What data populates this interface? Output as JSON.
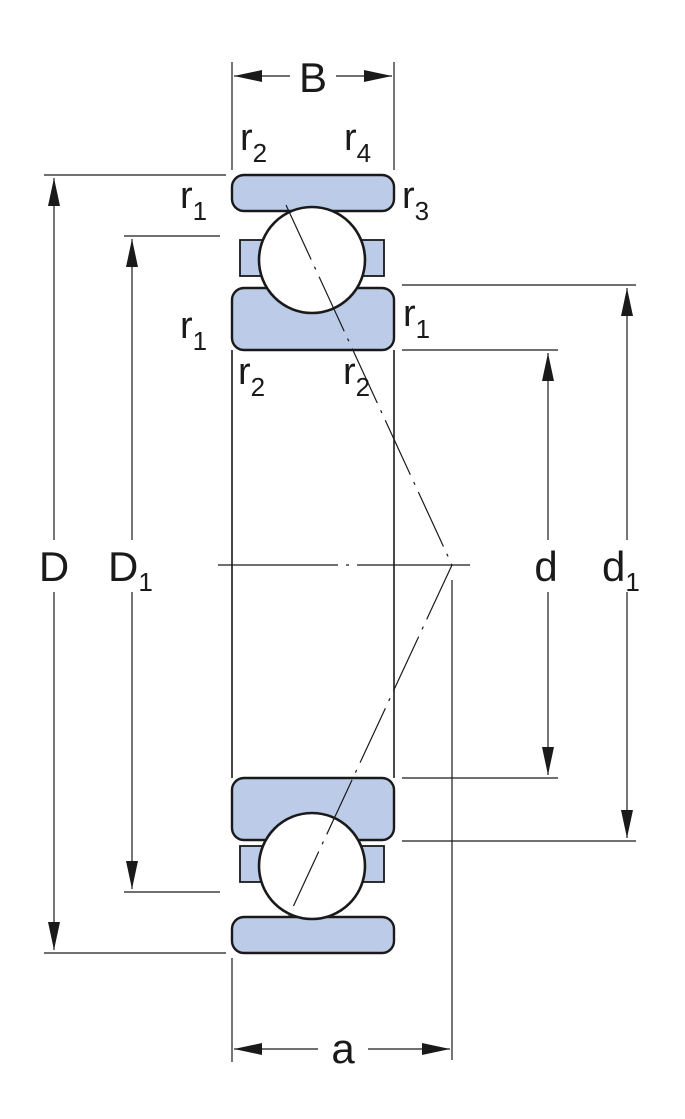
{
  "diagram": {
    "colors": {
      "ring_fill": "#bccbe8",
      "line": "#1a1a1a",
      "background": "#ffffff"
    },
    "labels": {
      "B": "B",
      "a": "a",
      "D": "D",
      "D1_main": "D",
      "D1_sub": "1",
      "d": "d",
      "d1_main": "d",
      "d1_sub": "1",
      "r_top_left_main": "r",
      "r_top_left_sub": "2",
      "r_top_right_main": "r",
      "r_top_right_sub": "4",
      "r_outer_left_main": "r",
      "r_outer_left_sub": "1",
      "r_outer_right_main": "r",
      "r_outer_right_sub": "3",
      "r_inner_left_main": "r",
      "r_inner_left_sub": "1",
      "r_inner_right_main": "r",
      "r_inner_right_sub": "1",
      "r_bottom_left_main": "r",
      "r_bottom_left_sub": "2",
      "r_bottom_right_main": "r",
      "r_bottom_right_sub": "2"
    }
  }
}
